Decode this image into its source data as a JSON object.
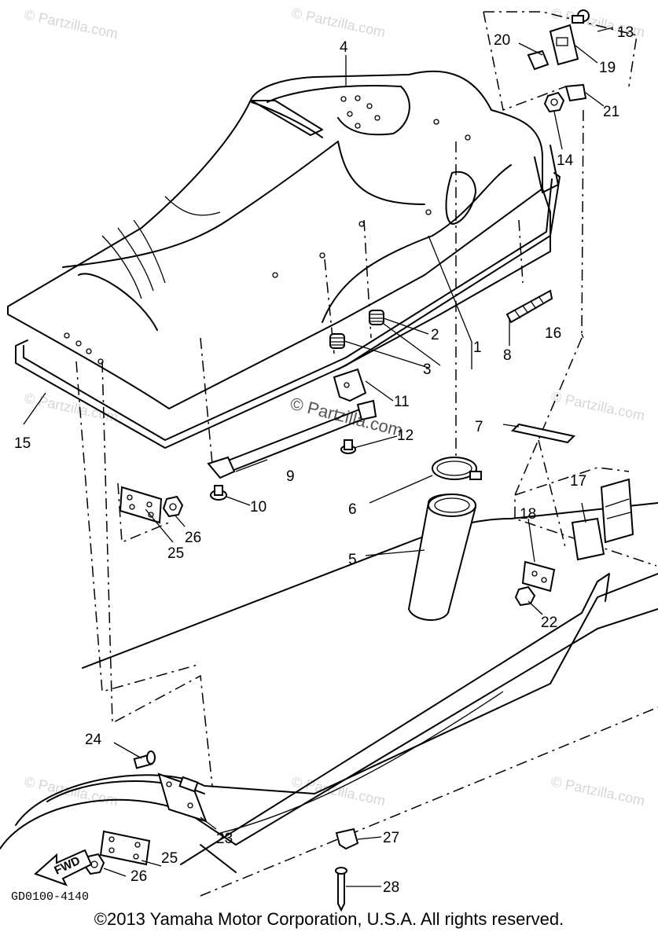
{
  "watermark": {
    "brand": "Partzilla.com",
    "copy_symbol": "©",
    "center_a": "Part",
    "center_b": "zilla.com"
  },
  "callouts": {
    "c1": "1",
    "c2": "2",
    "c3": "3",
    "c4": "4",
    "c5": "5",
    "c6": "6",
    "c7": "7",
    "c8": "8",
    "c9": "9",
    "c10": "10",
    "c11": "11",
    "c12": "12",
    "c13": "13",
    "c14": "14",
    "c15": "15",
    "c16": "16",
    "c17": "17",
    "c18": "18",
    "c19": "19",
    "c20": "20",
    "c21": "21",
    "c22": "22",
    "c23": "23",
    "c24": "24",
    "c25a": "25",
    "c25b": "25",
    "c26a": "26",
    "c26b": "26",
    "c27": "27",
    "c28": "28"
  },
  "fwd_label": "FWD",
  "diagram_code": "GD0100-4140",
  "copyright": "©2013 Yamaha Motor Corporation, U.S.A. All rights reserved."
}
